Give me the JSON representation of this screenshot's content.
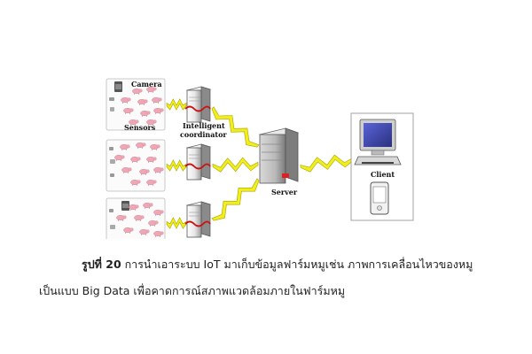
{
  "diagram": {
    "labels": {
      "camera": "Camera",
      "sensors": "Sensors",
      "coordinator_line1": "Intelligent",
      "coordinator_line2": "coordinator",
      "server": "Server",
      "client": "Client"
    },
    "colors": {
      "pig": "#f0a7b5",
      "lightning": "#f2ee1c",
      "lightning_stroke": "#a7a400",
      "server_light": "#e02020",
      "coordinator_band": "#cc1111",
      "monitor_screen": "#3d46b3"
    },
    "icons": [
      "camera-icon",
      "pig-icon",
      "sensor-icon",
      "coordinator-icon",
      "server-icon",
      "computer-icon",
      "mobile-phone-icon",
      "wireless-link-icon"
    ]
  },
  "caption": {
    "figure_label": "รูปที่ 20",
    "line1_text": " การนำเอาระบบ IoT มาเก็บข้อมูลฟาร์มหมูเช่น ภาพการเคลื่อนไหวของหมู",
    "line2_text": "เป็นแบบ Big Data เพื่อคาดการณ์สภาพแวดล้อมภายในฟาร์มหมู"
  }
}
